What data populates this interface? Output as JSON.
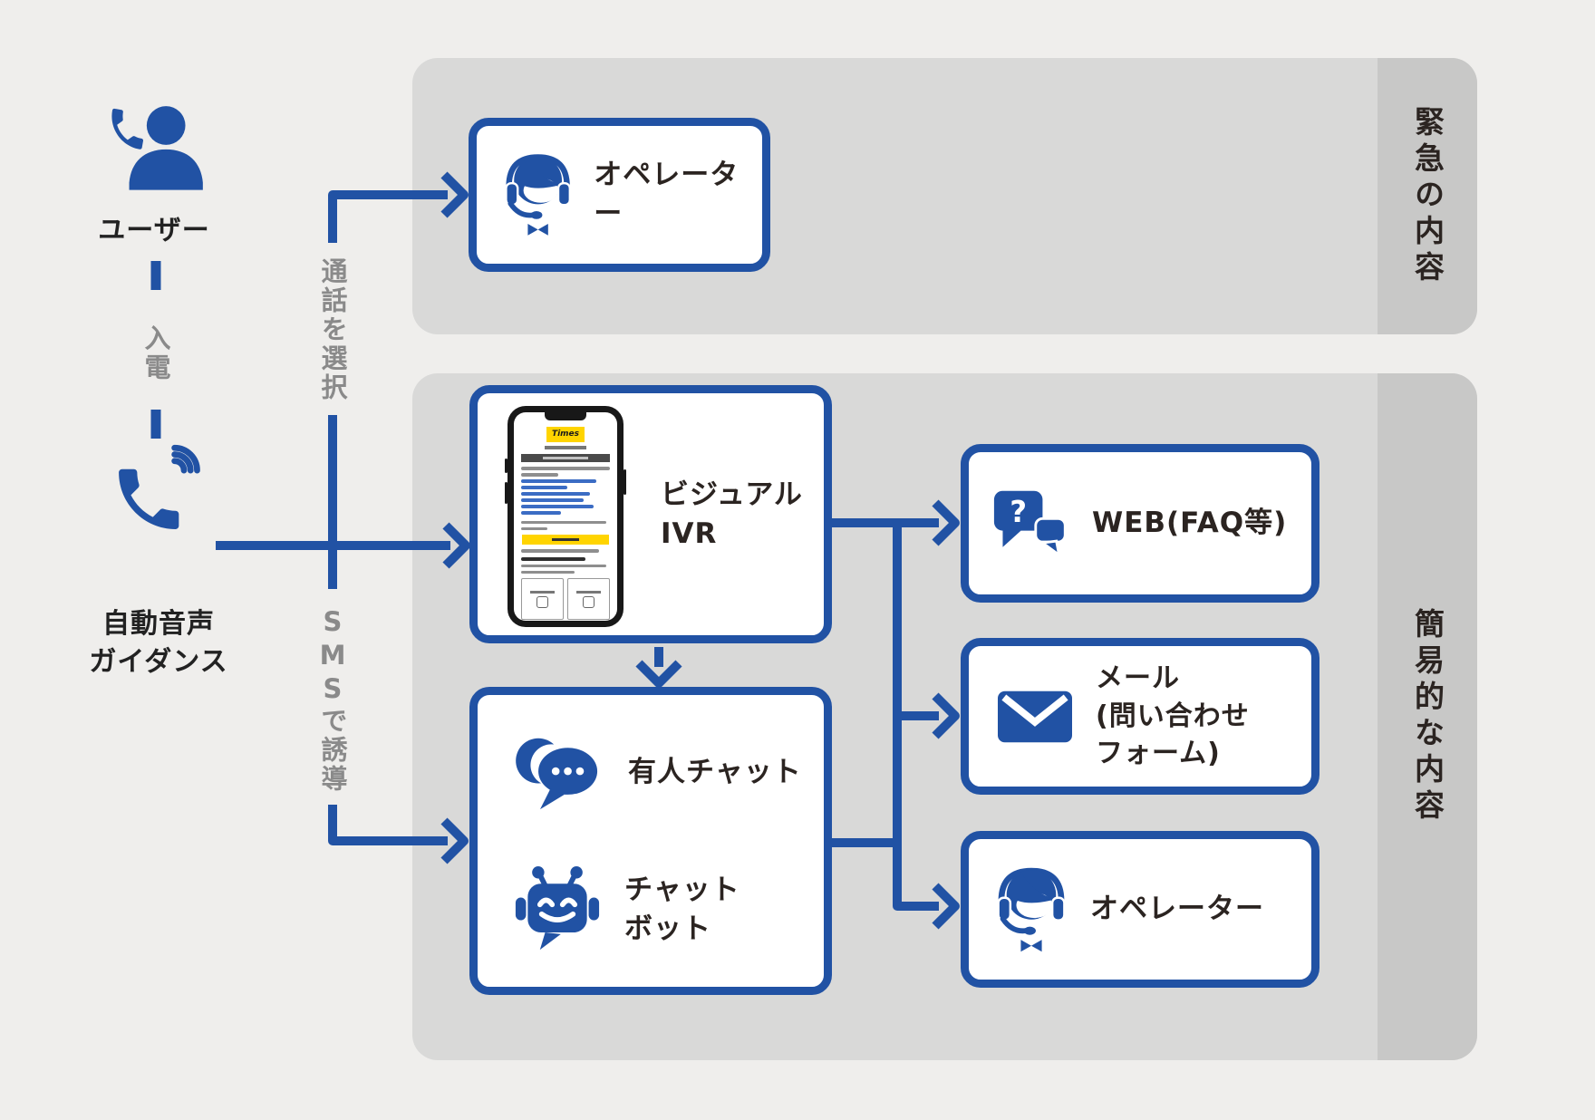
{
  "colors": {
    "flow_blue": "#2152a4",
    "panel_gray": "#d9d9d8",
    "panel_strip_gray": "#c8c8c7",
    "background": "#efeeec",
    "text_dark": "#2b2421",
    "text_gray": "#8a8a8a",
    "phone_logo_yellow": "#ffd400"
  },
  "source_column": {
    "user": {
      "icon": "user-phone-icon",
      "label": "ユーザー"
    },
    "connector_label": "入電",
    "guidance": {
      "icon": "phone-waves-icon",
      "label_lines": [
        "自動音声",
        "ガイダンス"
      ]
    }
  },
  "route_labels": {
    "call": "通話を選択",
    "sms": "SMSで誘導"
  },
  "sections": {
    "urgent": {
      "label": "緊急の内容"
    },
    "simple": {
      "label": "簡易的な内容"
    }
  },
  "nodes": {
    "operator_top": {
      "icon": "operator-headset-icon",
      "label": "オペレーター"
    },
    "visual_ivr": {
      "icon": "smartphone-mockup",
      "label_lines": [
        "ビジュアル",
        "IVR"
      ]
    },
    "manned_chat": {
      "icon": "chat-bubbles-icon",
      "label": "有人チャット"
    },
    "chatbot": {
      "icon": "robot-icon",
      "label_lines": [
        "チャット",
        "ボット"
      ]
    },
    "web_faq": {
      "icon": "question-bubbles-icon",
      "label": "WEB(FAQ等)",
      "bubble_char": "?"
    },
    "mail": {
      "icon": "envelope-icon",
      "label_lines": [
        "メール",
        "(問い合わせ",
        "フォーム)"
      ]
    },
    "operator_bottom": {
      "icon": "operator-headset-icon",
      "label": "オペレーター"
    }
  },
  "phone_mockup": {
    "brand": "Times"
  }
}
